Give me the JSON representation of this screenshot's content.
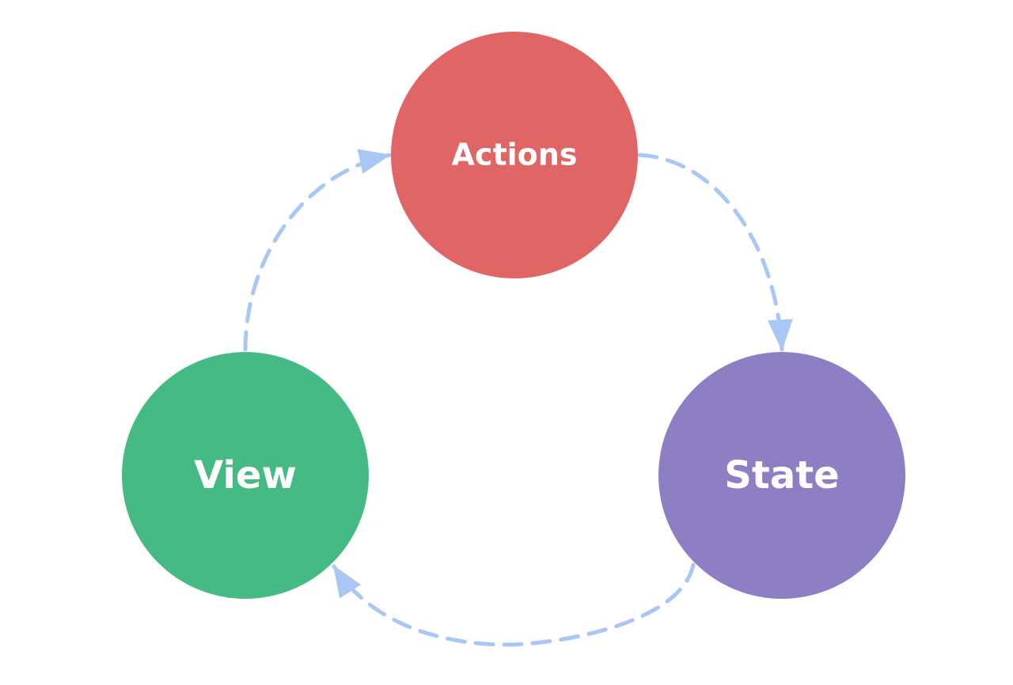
{
  "diagram": {
    "nodes": {
      "actions": {
        "label": "Actions",
        "color": "#E06666"
      },
      "view": {
        "label": "View",
        "color": "#45BA85"
      },
      "state": {
        "label": "State",
        "color": "#8E7EC3"
      }
    },
    "edges": [
      {
        "from": "view",
        "to": "actions"
      },
      {
        "from": "actions",
        "to": "state"
      },
      {
        "from": "state",
        "to": "view"
      }
    ],
    "arrow_color": "#A9C7F5",
    "background": "#FFFFFF"
  }
}
